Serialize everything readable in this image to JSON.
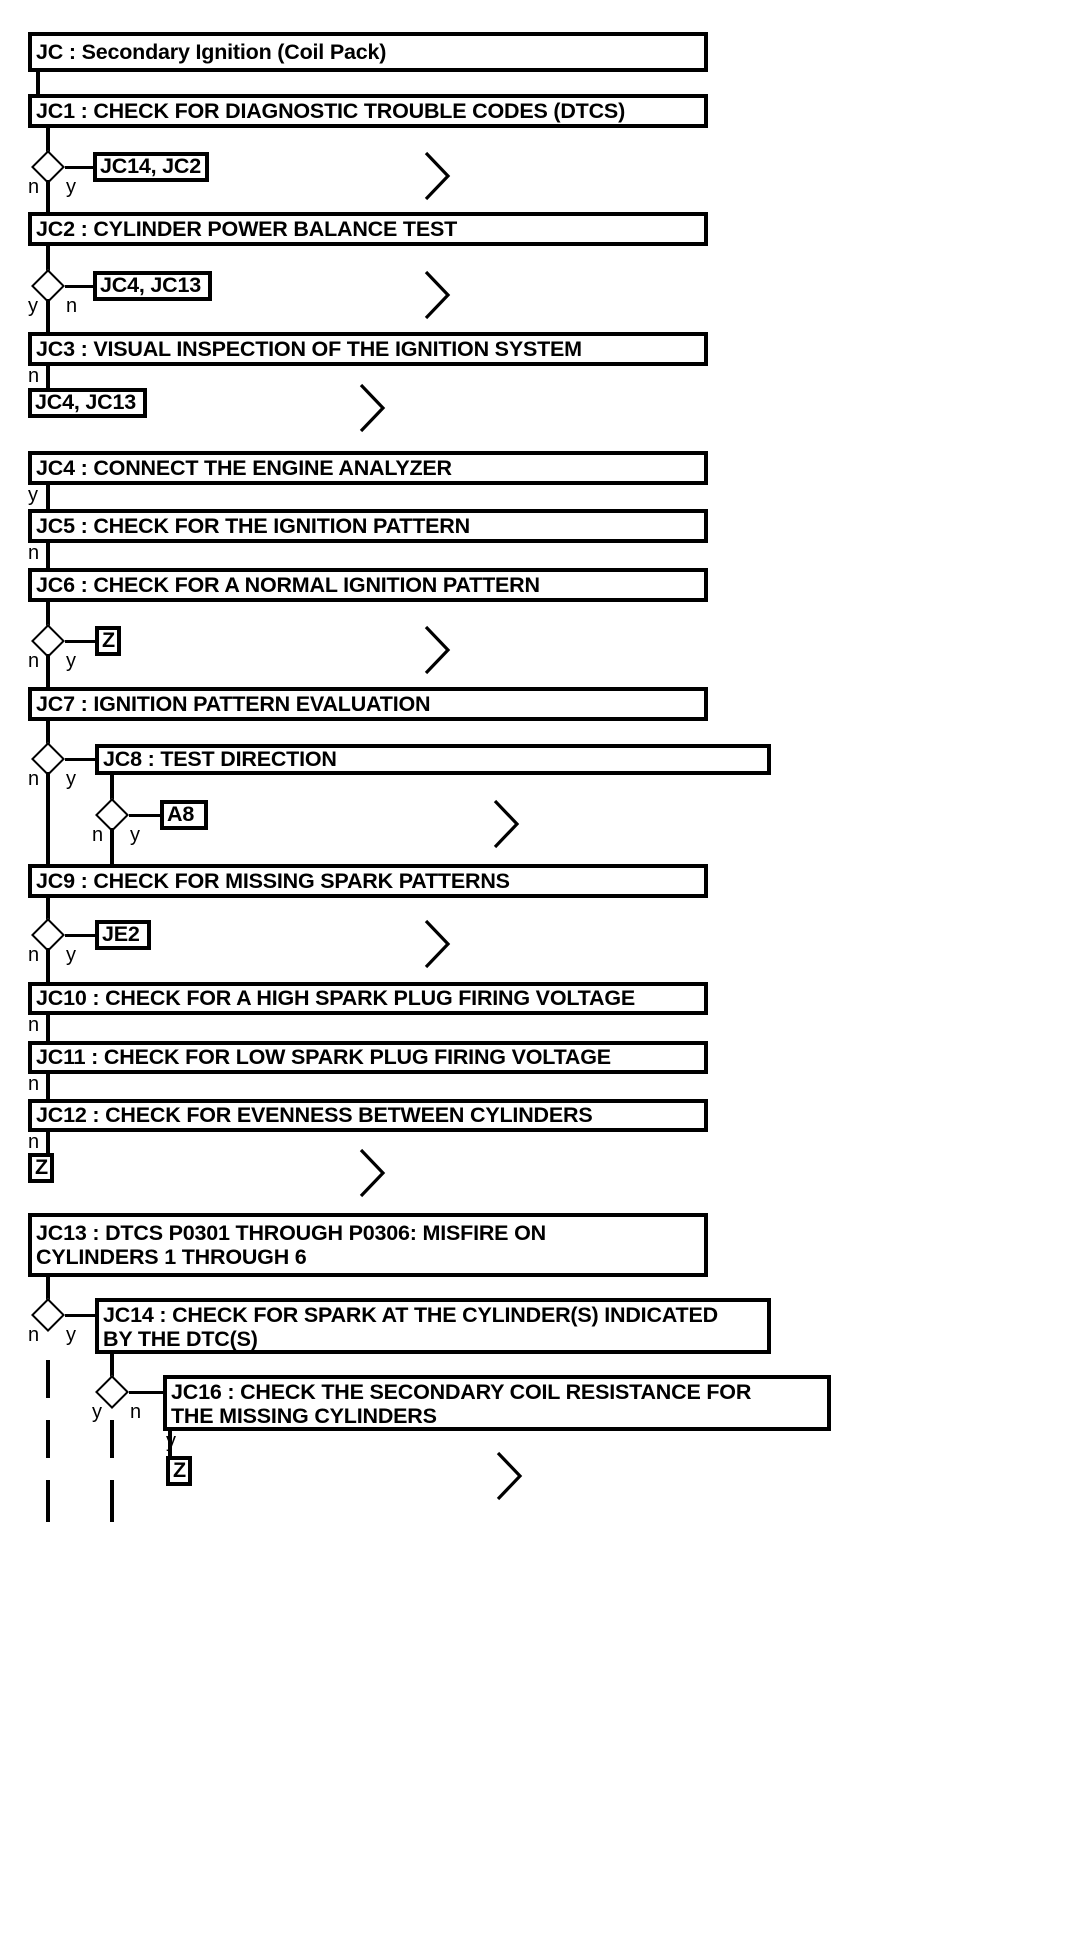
{
  "diagram": {
    "title": "JC : Secondary Ignition (Coil Pack)",
    "type": "flowchart",
    "colors": {
      "stroke": "#000000",
      "fill": "#ffffff",
      "text": "#000000"
    },
    "nodes": [
      {
        "id": "JC",
        "label": "JC : Secondary Ignition (Coil Pack)",
        "kind": "header-box"
      },
      {
        "id": "JC1",
        "label": "JC1 : CHECK FOR DIAGNOSTIC TROUBLE CODES (DTCS)",
        "kind": "step-box"
      },
      {
        "id": "JC2",
        "label": "JC2 : CYLINDER POWER BALANCE TEST",
        "kind": "step-box"
      },
      {
        "id": "JC3",
        "label": "JC3 : VISUAL INSPECTION OF THE IGNITION SYSTEM",
        "kind": "step-box"
      },
      {
        "id": "JC4",
        "label": "JC4 : CONNECT THE ENGINE ANALYZER",
        "kind": "step-box"
      },
      {
        "id": "JC5",
        "label": "JC5 : CHECK FOR THE IGNITION PATTERN",
        "kind": "step-box"
      },
      {
        "id": "JC6",
        "label": "JC6 : CHECK FOR A NORMAL IGNITION PATTERN",
        "kind": "step-box"
      },
      {
        "id": "JC7",
        "label": "JC7 : IGNITION PATTERN EVALUATION",
        "kind": "step-box"
      },
      {
        "id": "JC8",
        "label": "JC8 : TEST DIRECTION",
        "kind": "step-box"
      },
      {
        "id": "JC9",
        "label": "JC9 : CHECK FOR MISSING SPARK PATTERNS",
        "kind": "step-box"
      },
      {
        "id": "JC10",
        "label": "JC10 : CHECK FOR A HIGH SPARK PLUG FIRING VOLTAGE",
        "kind": "step-box"
      },
      {
        "id": "JC11",
        "label": "JC11 : CHECK FOR LOW SPARK PLUG FIRING VOLTAGE",
        "kind": "step-box"
      },
      {
        "id": "JC12",
        "label": "JC12 : CHECK FOR EVENNESS BETWEEN CYLINDERS",
        "kind": "step-box"
      },
      {
        "id": "JC13",
        "label": "JC13 : DTCS P0301 THROUGH P0306: MISFIRE ON\nCYLINDERS 1 THROUGH 6",
        "kind": "step-box"
      },
      {
        "id": "JC14",
        "label": "JC14 : CHECK FOR SPARK AT THE CYLINDER(S) INDICATED\nBY THE DTC(S)",
        "kind": "step-box"
      },
      {
        "id": "JC16",
        "label": "JC16 : CHECK THE SECONDARY COIL RESISTANCE FOR\nTHE MISSING CYLINDERS",
        "kind": "step-box"
      }
    ],
    "refs": [
      {
        "id": "ref-jc14-jc2-a",
        "label": "JC14, JC2"
      },
      {
        "id": "ref-jc4-jc13-a",
        "label": "JC4, JC13"
      },
      {
        "id": "ref-jc4-jc13-b",
        "label": "JC4, JC13"
      },
      {
        "id": "ref-z-a",
        "label": "Z"
      },
      {
        "id": "ref-a8",
        "label": "A8"
      },
      {
        "id": "ref-je2",
        "label": "JE2"
      },
      {
        "id": "ref-z-b",
        "label": "Z"
      },
      {
        "id": "ref-z-c",
        "label": "Z"
      }
    ],
    "branches": [
      {
        "id": "b1",
        "yes": "y",
        "no": "n"
      },
      {
        "id": "b2",
        "yes": "y",
        "no": "n"
      },
      {
        "id": "b3",
        "yes": "y",
        "no": "n"
      },
      {
        "id": "b4",
        "yes": "y",
        "no": "n"
      },
      {
        "id": "b5",
        "yes": "y",
        "no": "n"
      },
      {
        "id": "b6",
        "yes": "y",
        "no": "n"
      },
      {
        "id": "b7",
        "yes": "y",
        "no": "n"
      },
      {
        "id": "b8",
        "yes": "y",
        "no": "n"
      },
      {
        "id": "b9",
        "yes": "y",
        "no": "n"
      }
    ],
    "edge_labels": {
      "jc1_yes": "y",
      "jc1_no": "n",
      "jc2_yes": "y",
      "jc2_no": "n",
      "jc3_no": "n",
      "jc4_yes": "y",
      "jc5_no": "n",
      "jc6_yes": "y",
      "jc6_no": "n",
      "jc7_yes": "y",
      "jc7_no": "n",
      "jc8_yes": "y",
      "jc8_no": "n",
      "jc9_yes": "y",
      "jc9_no": "n",
      "jc10_no": "n",
      "jc11_no": "n",
      "jc12_no": "n",
      "jc13_yes": "y",
      "jc13_no": "n",
      "jc16_yes": "y",
      "jc16_no": "n",
      "jc16_branch_y": "y"
    }
  }
}
